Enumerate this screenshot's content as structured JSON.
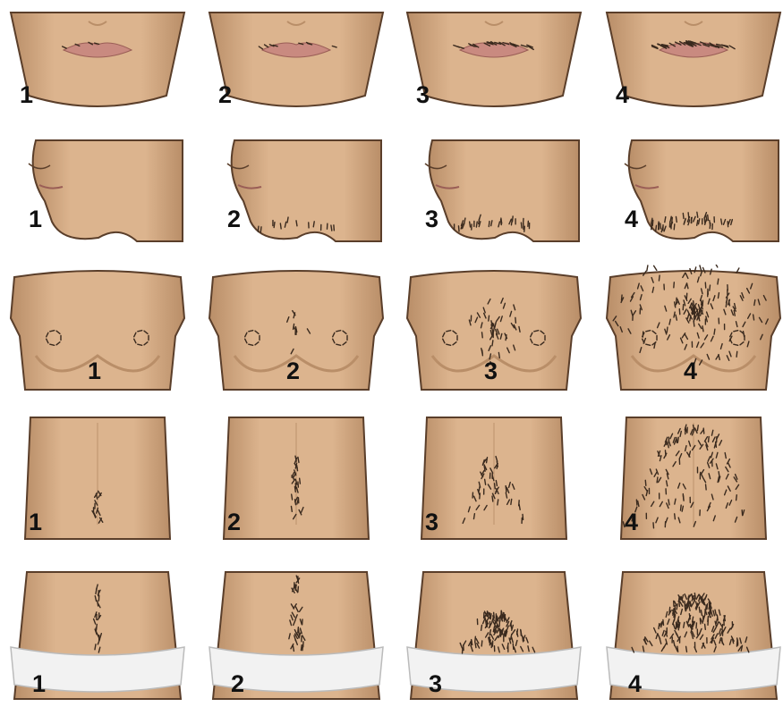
{
  "rows": [
    {
      "region": "upper-lip",
      "panels": [
        {
          "label": "1"
        },
        {
          "label": "2"
        },
        {
          "label": "3"
        },
        {
          "label": "4"
        }
      ]
    },
    {
      "region": "chin",
      "panels": [
        {
          "label": "1"
        },
        {
          "label": "2"
        },
        {
          "label": "3"
        },
        {
          "label": "4"
        }
      ]
    },
    {
      "region": "chest",
      "panels": [
        {
          "label": "1"
        },
        {
          "label": "2"
        },
        {
          "label": "3"
        },
        {
          "label": "4"
        }
      ]
    },
    {
      "region": "upper-abdomen",
      "panels": [
        {
          "label": "1"
        },
        {
          "label": "2"
        },
        {
          "label": "3"
        },
        {
          "label": "4"
        }
      ]
    },
    {
      "region": "lower-abdomen",
      "panels": [
        {
          "label": "1"
        },
        {
          "label": "2"
        },
        {
          "label": "3"
        },
        {
          "label": "4"
        }
      ]
    }
  ],
  "colors": {
    "skin": "#dcb48e",
    "skin_shadow": "#b98e68",
    "outline": "#5a3e2a",
    "hair": "#3a2a1e",
    "lips": "#c98a80",
    "briefs": "#f2f2f2",
    "label": "#111111"
  }
}
